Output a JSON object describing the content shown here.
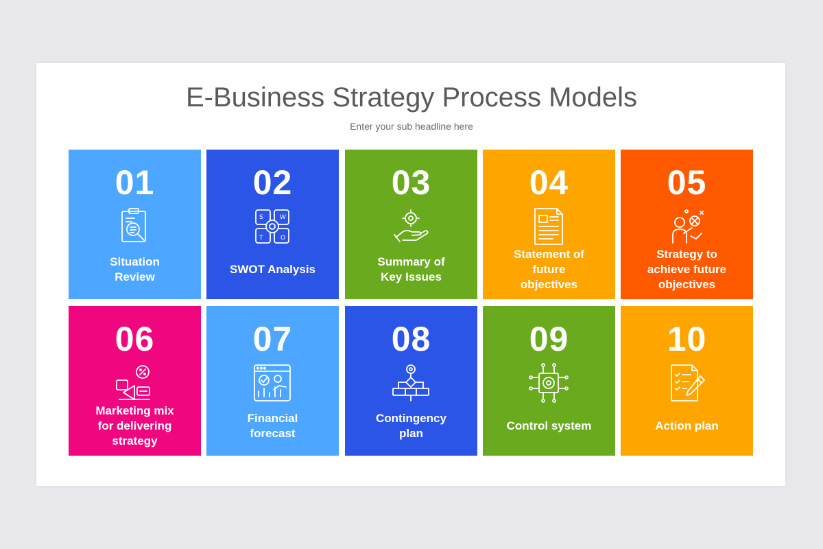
{
  "header": {
    "title": "E-Business Strategy Process Models",
    "subtitle": "Enter your sub headline here"
  },
  "tiles": [
    {
      "number": "01",
      "label": "Situation\nReview",
      "icon": "clipboard-search-icon",
      "color": "#4da6ff"
    },
    {
      "number": "02",
      "label": "SWOT Analysis",
      "icon": "swot-gear-icon",
      "color": "#2b55e6"
    },
    {
      "number": "03",
      "label": "Summary of\nKey Issues",
      "icon": "hand-gear-icon",
      "color": "#6aaa1e"
    },
    {
      "number": "04",
      "label": "Statement of\nfuture\nobjectives",
      "icon": "document-icon",
      "color": "#ffa500"
    },
    {
      "number": "05",
      "label": "Strategy to\nachieve future\nobjectives",
      "icon": "person-strategy-icon",
      "color": "#ff5a00"
    },
    {
      "number": "06",
      "label": "Marketing mix\nfor delivering\nstrategy",
      "icon": "megaphone-percent-icon",
      "color": "#f0067e"
    },
    {
      "number": "07",
      "label": "Financial\nforecast",
      "icon": "browser-chart-icon",
      "color": "#4da6ff"
    },
    {
      "number": "08",
      "label": "Contingency\nplan",
      "icon": "gear-flowchart-icon",
      "color": "#2b55e6"
    },
    {
      "number": "09",
      "label": "Control system",
      "icon": "gear-circuit-icon",
      "color": "#6aaa1e"
    },
    {
      "number": "10",
      "label": "Action plan",
      "icon": "checklist-pen-icon",
      "color": "#ffa500"
    }
  ]
}
